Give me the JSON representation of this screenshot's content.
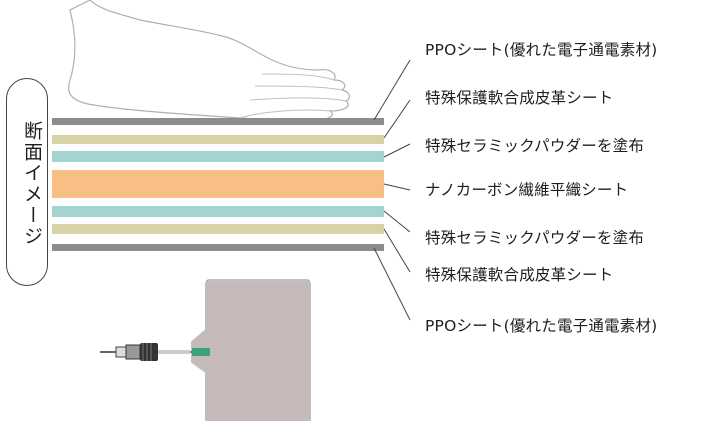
{
  "side_label": "断面イメージ",
  "layers": [
    {
      "name": "ppo-top",
      "label": "PPOシート(優れた電子通電素材)",
      "color": "#8c8c8c"
    },
    {
      "name": "leather-top",
      "label": "特殊保護軟合成皮革シート",
      "color": "#d8d3a4"
    },
    {
      "name": "ceramic-top",
      "label": "特殊セラミックパウダーを塗布",
      "color": "#a3d4d2"
    },
    {
      "name": "carbon",
      "label": "ナノカーボン繊維平織シート",
      "color": "#f8bf85"
    },
    {
      "name": "ceramic-bottom",
      "label": "特殊セラミックパウダーを塗布",
      "color": "#a3d4d2"
    },
    {
      "name": "leather-bottom",
      "label": "特殊保護軟合成皮革シート",
      "color": "#d8d3a4"
    },
    {
      "name": "ppo-bottom",
      "label": "PPOシート(優れた電子通電素材)",
      "color": "#8c8c8c"
    }
  ],
  "colors": {
    "line": "#444444",
    "pad": "#c8b9b9",
    "connector_green": "#3aa37a"
  }
}
